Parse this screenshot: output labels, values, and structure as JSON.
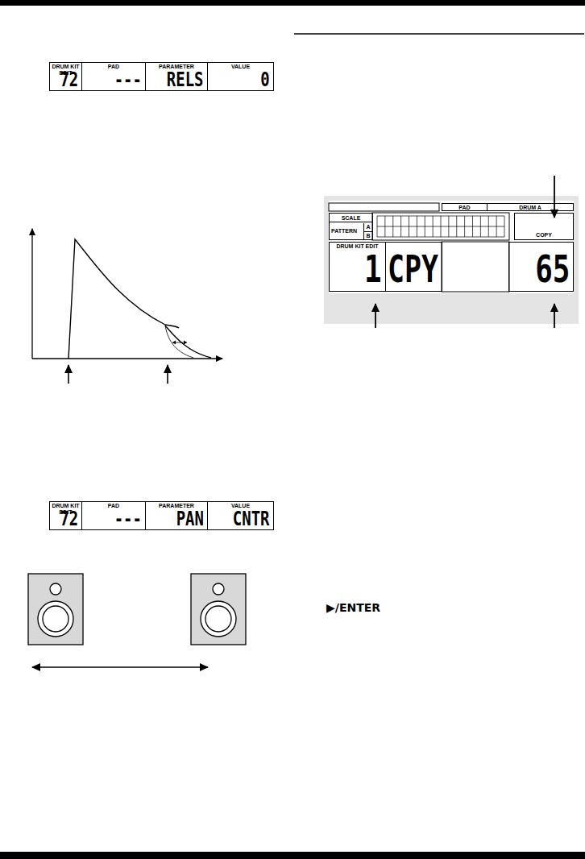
{
  "diagram": {
    "nodes": [
      {
        "text": [
          "DRUM KIT EDIT",
          "72"
        ]
      },
      {
        "text": [
          "PAD",
          "---"
        ]
      },
      {
        "text": [
          "PARAMETER",
          "RELS"
        ]
      },
      {
        "text": [
          "VALUE",
          "0"
        ]
      },
      {
        "text": [
          "DRUM KIT EDIT",
          "72"
        ]
      },
      {
        "text": [
          "PAD",
          "---"
        ]
      },
      {
        "text": [
          "PARAMETER",
          "PAN"
        ]
      },
      {
        "text": [
          "VALUE",
          "CNTR"
        ]
      },
      {
        "text": [
          "PAD"
        ]
      },
      {
        "text": [
          "DRUM A"
        ]
      },
      {
        "text": [
          "SCALE"
        ]
      },
      {
        "text": [
          "PATTERN",
          "A",
          "B"
        ]
      },
      {
        "text": [
          "COPY"
        ]
      },
      {
        "text": [
          "DRUM KIT EDIT",
          "1"
        ]
      },
      {
        "text": [
          "CPY"
        ]
      },
      {
        "text": [
          "65"
        ]
      }
    ],
    "labels": [
      "▶/ENTER"
    ]
  }
}
